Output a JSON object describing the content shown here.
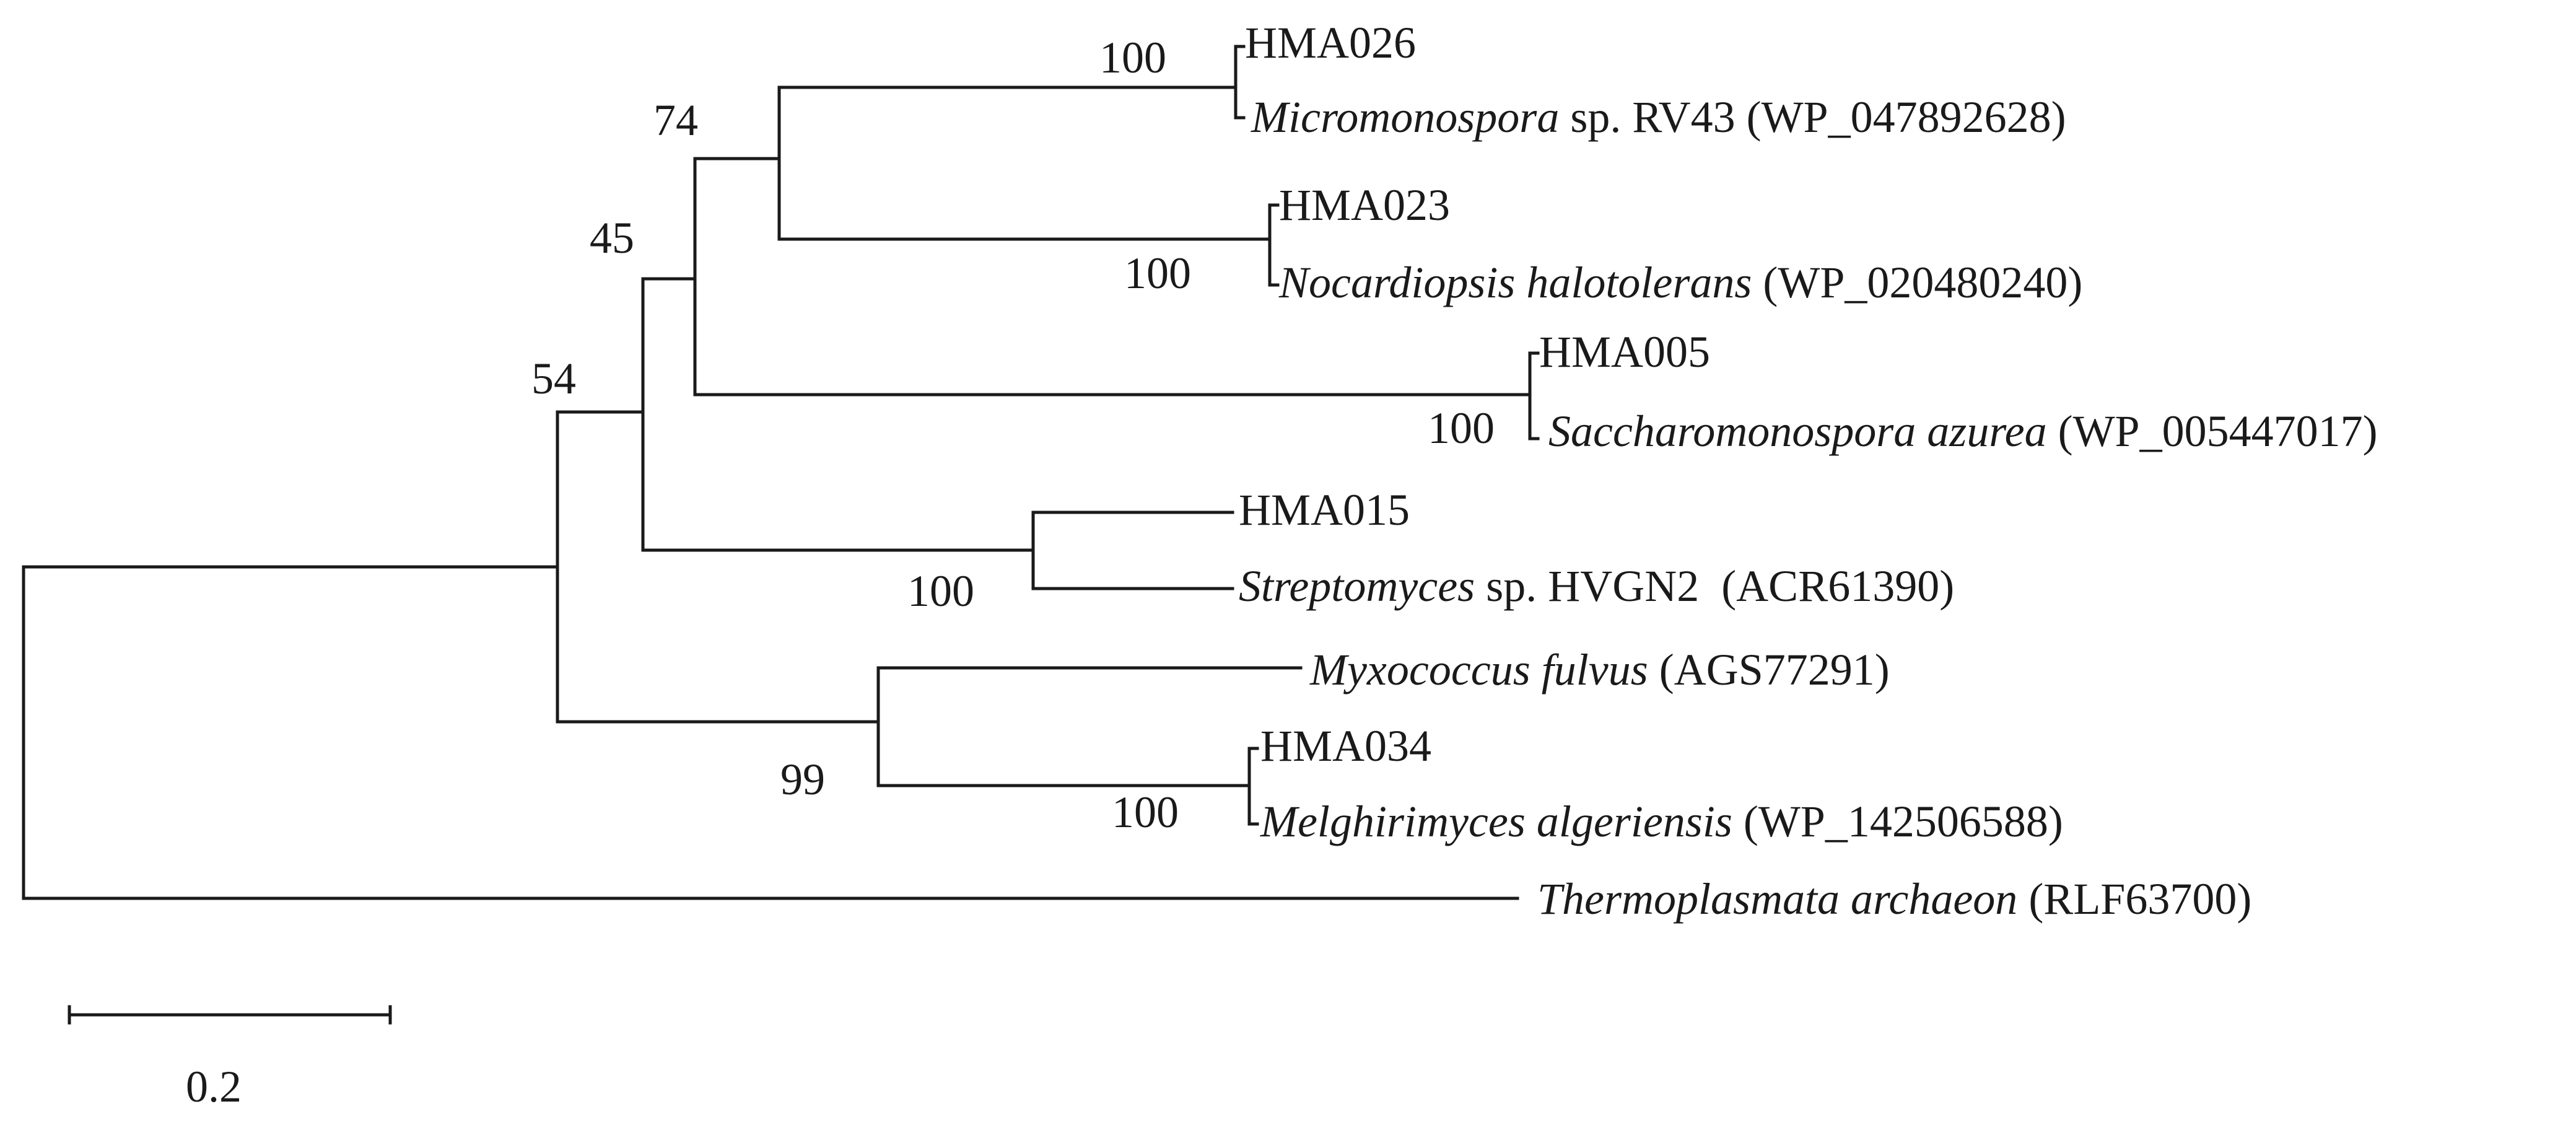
{
  "tree": {
    "leaves": [
      {
        "id": "hma026",
        "parts": [
          {
            "text": "HMA026",
            "italic": false
          }
        ]
      },
      {
        "id": "micro",
        "parts": [
          {
            "text": "Micromonospora",
            "italic": true
          },
          {
            "text": " sp. RV43 (WP_047892628)",
            "italic": false
          }
        ]
      },
      {
        "id": "hma023",
        "parts": [
          {
            "text": "HMA023",
            "italic": false
          }
        ]
      },
      {
        "id": "nocard",
        "parts": [
          {
            "text": "Nocardiopsis halotolerans",
            "italic": true
          },
          {
            "text": " (WP_020480240)",
            "italic": false
          }
        ]
      },
      {
        "id": "hma005",
        "parts": [
          {
            "text": "HMA005",
            "italic": false
          }
        ]
      },
      {
        "id": "sacch",
        "parts": [
          {
            "text": "Saccharomonospora azurea",
            "italic": true
          },
          {
            "text": " (WP_005447017)",
            "italic": false
          }
        ]
      },
      {
        "id": "hma015",
        "parts": [
          {
            "text": "HMA015",
            "italic": false
          }
        ]
      },
      {
        "id": "strep",
        "parts": [
          {
            "text": "Streptomyces",
            "italic": true
          },
          {
            "text": " sp. HVGN2  (ACR61390)",
            "italic": false
          }
        ]
      },
      {
        "id": "myxo",
        "parts": [
          {
            "text": "Myxococcus fulvus",
            "italic": true
          },
          {
            "text": " (AGS77291)",
            "italic": false
          }
        ]
      },
      {
        "id": "hma034",
        "parts": [
          {
            "text": "HMA034",
            "italic": false
          }
        ]
      },
      {
        "id": "melg",
        "parts": [
          {
            "text": "Melghirimyces algeriensis",
            "italic": true
          },
          {
            "text": " (WP_142506588)",
            "italic": false
          }
        ]
      },
      {
        "id": "thermo",
        "parts": [
          {
            "text": "Thermoplasmata archaeon",
            "italic": true
          },
          {
            "text": " (RLF63700)",
            "italic": false
          }
        ]
      }
    ],
    "bootstrap": {
      "hma026_micro": "100",
      "hma023_nocard": "100",
      "hma005_sacch": "100",
      "hma015_strep": "100",
      "hma034_melg": "100",
      "myxo_melg_clade": "99",
      "micro_nocard_clade": "74",
      "actino_upper_clade": "45",
      "ingroup": "54"
    },
    "scale_bar": {
      "label": "0.2",
      "value": 0.2
    }
  }
}
